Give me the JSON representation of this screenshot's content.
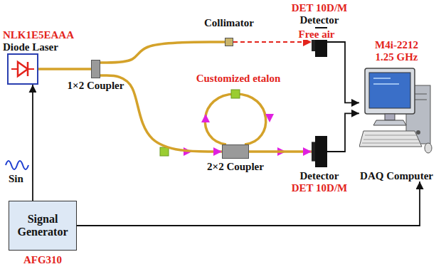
{
  "diagram": {
    "nodes": [
      {
        "text": [
          "NLK1E5EAAA",
          "Diode Laser"
        ]
      },
      {
        "text": [
          "1×2 Coupler"
        ]
      },
      {
        "text": [
          "Collimator"
        ]
      },
      {
        "text": [
          "DET 10D/M",
          "Detector"
        ]
      },
      {
        "text": [
          "2×2 Coupler"
        ]
      },
      {
        "text": [
          "Detector",
          "DET 10D/M"
        ]
      },
      {
        "text": [
          "M4i-2212 1.25 GHz",
          "DAQ Computer"
        ]
      },
      {
        "text": [
          "Signal Generator",
          "AFG310"
        ]
      }
    ],
    "edges": [
      {
        "from": 0,
        "to": 1,
        "arrow": "none"
      },
      {
        "from": 1,
        "to": 2,
        "arrow": "none"
      },
      {
        "from": 2,
        "to": 3,
        "label": "Free air",
        "arrow": "to"
      },
      {
        "from": 1,
        "to": 4,
        "arrow": "to"
      },
      {
        "from": 4,
        "to": 5,
        "arrow": "to"
      },
      {
        "from": 3,
        "to": 6,
        "arrow": "to"
      },
      {
        "from": 5,
        "to": 6,
        "arrow": "to"
      },
      {
        "from": 7,
        "to": 0,
        "arrow": "to"
      },
      {
        "from": 7,
        "to": 6,
        "arrow": "to"
      }
    ],
    "labels": [
      "Sin",
      "Customized etalon"
    ]
  }
}
